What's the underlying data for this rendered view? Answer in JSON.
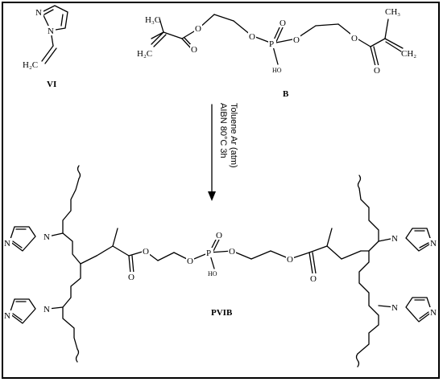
{
  "compounds": {
    "vi": {
      "label": "VI"
    },
    "b": {
      "label": "B"
    },
    "pvib": {
      "label": "PVIB"
    }
  },
  "atoms": {
    "N": "N",
    "O": "O",
    "P": "P",
    "HO": "HO",
    "H2C": "H₂C",
    "CH2": "CH₂",
    "H3C": "H₃C",
    "CH3": "CH₃"
  },
  "reaction": {
    "conditions": [
      "AIBN 80°C 3h",
      "Toluene Ar (atm)"
    ]
  }
}
